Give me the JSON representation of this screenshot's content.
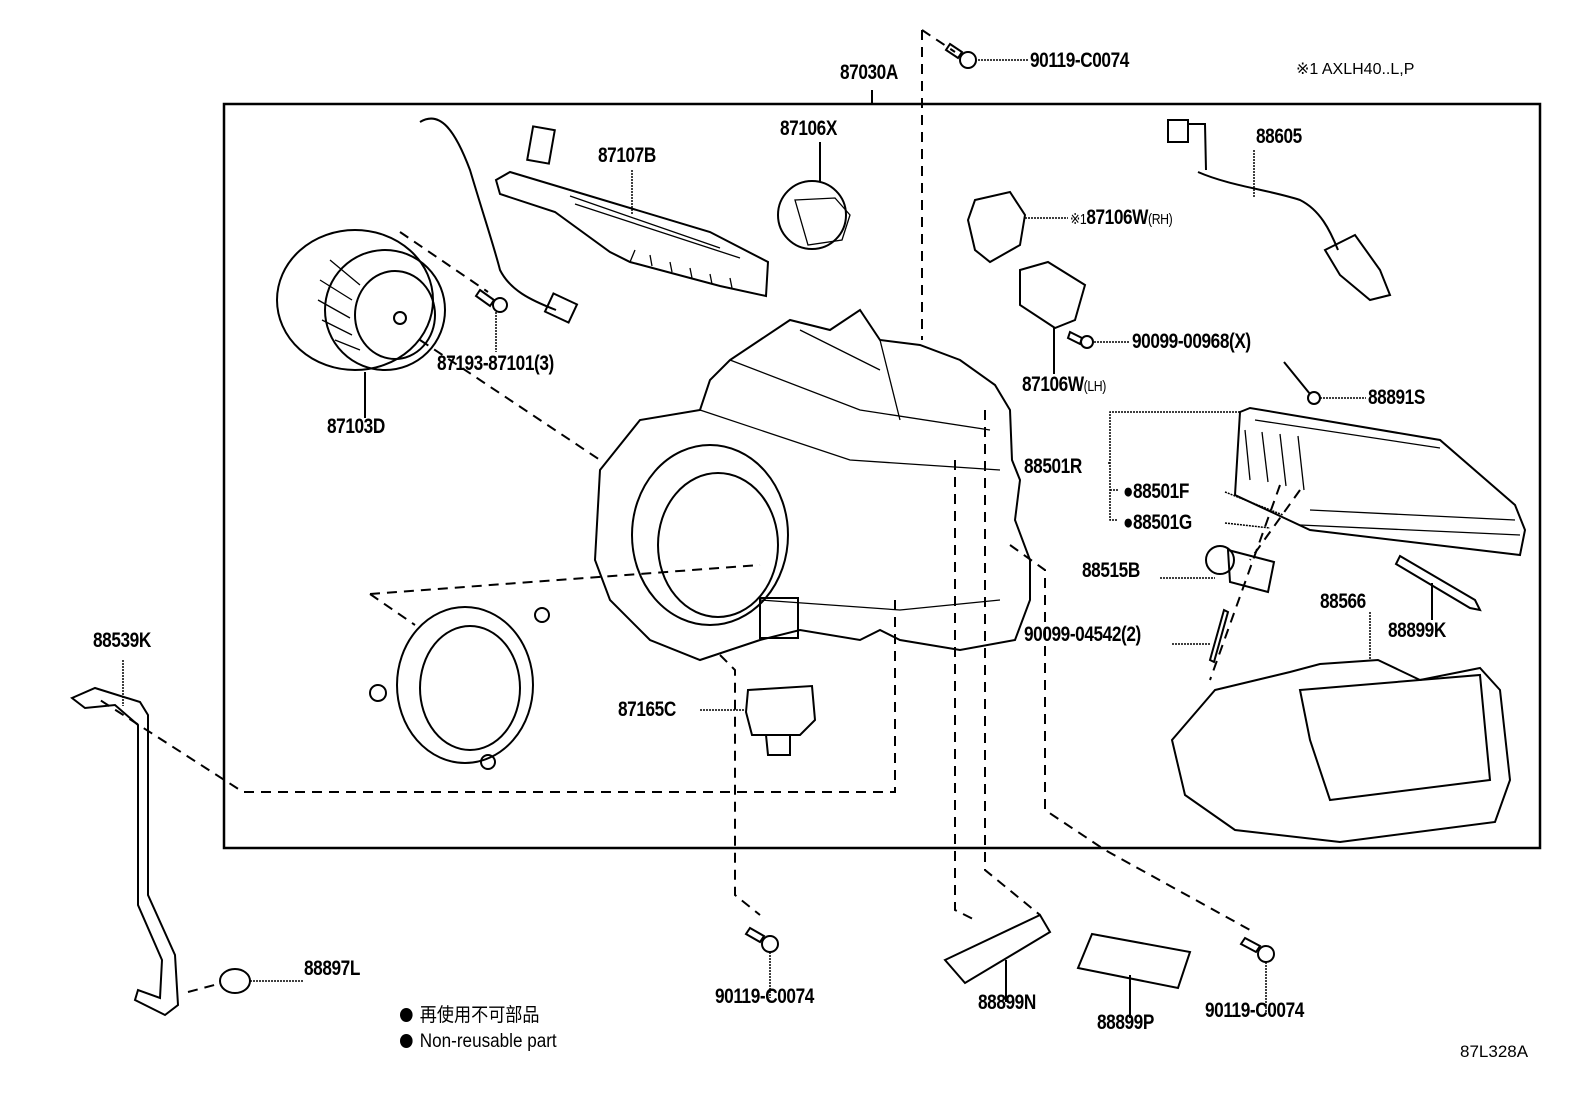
{
  "diagram": {
    "figure_id": "87L328A",
    "applicability_note": "※1 AXLH40..L,P",
    "assembly_label": "87030A",
    "parts": [
      {
        "id": "p-90119-top",
        "number": "90119-C0074",
        "kind": "bolt"
      },
      {
        "id": "p-87107B",
        "number": "87107B",
        "kind": "heater-core"
      },
      {
        "id": "p-87106X",
        "number": "87106X",
        "kind": "servo-motor"
      },
      {
        "id": "p-87193",
        "number": "87193-87101",
        "qty": "(3)",
        "kind": "screw"
      },
      {
        "id": "p-87103D",
        "number": "87103D",
        "kind": "blower-motor"
      },
      {
        "id": "p-87106W-RH",
        "number": "87106W",
        "prefix": "※1",
        "suffix": "(RH)",
        "kind": "servo-motor"
      },
      {
        "id": "p-88605",
        "number": "88605",
        "kind": "wire-harness"
      },
      {
        "id": "p-90099-00968",
        "number": "90099-00968",
        "qty": "(X)",
        "kind": "screw"
      },
      {
        "id": "p-87106W-LH",
        "number": "87106W",
        "suffix": "(LH)",
        "kind": "servo-motor"
      },
      {
        "id": "p-88891S",
        "number": "88891S",
        "kind": "thermistor"
      },
      {
        "id": "p-88501R",
        "number": "88501R",
        "kind": "evaporator"
      },
      {
        "id": "p-88501F",
        "number": "88501F",
        "non_reusable": true,
        "kind": "o-ring"
      },
      {
        "id": "p-88501G",
        "number": "88501G",
        "non_reusable": true,
        "kind": "o-ring"
      },
      {
        "id": "p-88515B",
        "number": "88515B",
        "kind": "expansion-valve"
      },
      {
        "id": "p-90099-04542",
        "number": "90099-04542",
        "qty": "(2)",
        "kind": "bolt"
      },
      {
        "id": "p-88566",
        "number": "88566",
        "kind": "case"
      },
      {
        "id": "p-88899K",
        "number": "88899K",
        "kind": "packing"
      },
      {
        "id": "p-88539K",
        "number": "88539K",
        "kind": "drain-hose"
      },
      {
        "id": "p-87165C",
        "number": "87165C",
        "kind": "resistor"
      },
      {
        "id": "p-88897L",
        "number": "88897L",
        "kind": "cap"
      },
      {
        "id": "p-90119-bl",
        "number": "90119-C0074",
        "kind": "bolt"
      },
      {
        "id": "p-88899N",
        "number": "88899N",
        "kind": "packing"
      },
      {
        "id": "p-88899P",
        "number": "88899P",
        "kind": "packing"
      },
      {
        "id": "p-90119-br",
        "number": "90119-C0074",
        "kind": "bolt"
      }
    ],
    "legend": {
      "symbol": "●",
      "line_ja": "再使用不可部品",
      "line_en": "Non-reusable part"
    }
  }
}
